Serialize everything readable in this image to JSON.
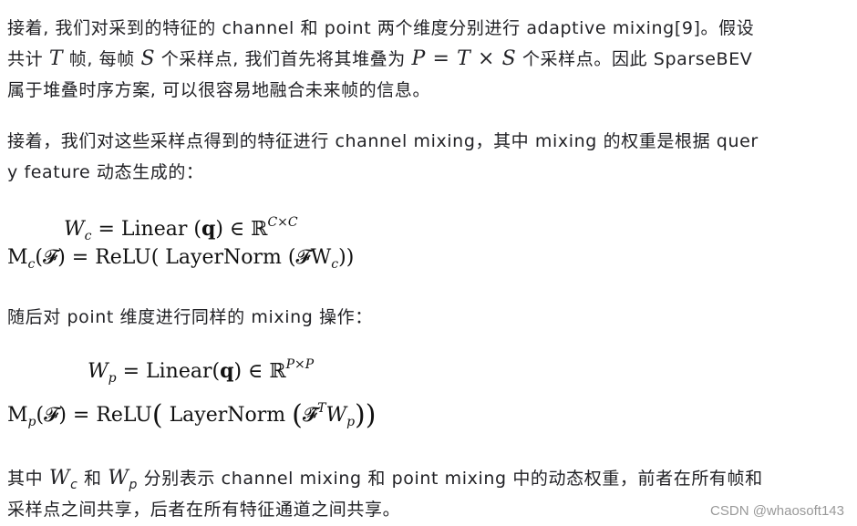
{
  "paragraph1": {
    "line1": "接着, 我们对采到的特征的 channel 和 point 两个维度分别进行 adaptive mixing[9]。假设",
    "line2_a": "共计 ",
    "line2_T": "T",
    "line2_b": " 帧, 每帧 ",
    "line2_S": "S",
    "line2_c": " 个采样点, 我们首先将其堆叠为 ",
    "line2_formula": "P = T × S",
    "line2_d": " 个采样点。因此 SparseBEV",
    "line3": "属于堆叠时序方案, 可以很容易地融合未来帧的信息。"
  },
  "paragraph2": {
    "line1": "接着，我们对这些采样点得到的特征进行 channel mixing，其中 mixing 的权重是根据 quer",
    "line2": "y feature 动态生成的："
  },
  "formula_channel": {
    "line1": {
      "lhs": "W",
      "lhs_sub": "c",
      "rhs_a": " =  Linear (",
      "q": "q",
      "rhs_b": ") ∈ ℝ",
      "sup": "C×C"
    },
    "line2": {
      "lhs": "M",
      "lhs_sub": "c",
      "rhs": "(𝓕) = ReLU( LayerNorm (𝓕W",
      "rhs_sub": "c",
      "tail": "))"
    }
  },
  "paragraph3": {
    "line1": "随后对 point 维度进行同样的 mixing 操作："
  },
  "formula_point": {
    "line1": {
      "lhs": "W",
      "lhs_sub": "p",
      "rhs_a": " = Linear(",
      "q": "q",
      "rhs_b": ") ∈ ℝ",
      "sup": "P×P"
    },
    "line2": {
      "lhs": "M",
      "lhs_sub": "p",
      "rhs_a": "(𝓕) = ReLU",
      "open1": "(",
      "mid": " LayerNorm ",
      "open2": "(",
      "fhat": "𝓕̂",
      "fhat_sup": "T",
      "w": "W",
      "w_sub": "p",
      "close": "))"
    }
  },
  "paragraph4": {
    "line1_a": "其中 ",
    "Wc": "W",
    "Wc_sub": "c",
    "line1_b": " 和 ",
    "Wp": "W",
    "Wp_sub": "p",
    "line1_c": " 分别表示 channel mixing 和 point mixing 中的动态权重，前者在所有帧和",
    "line2": "采样点之间共享，后者在所有特征通道之间共享。"
  },
  "watermark": "CSDN @whaosoft143"
}
